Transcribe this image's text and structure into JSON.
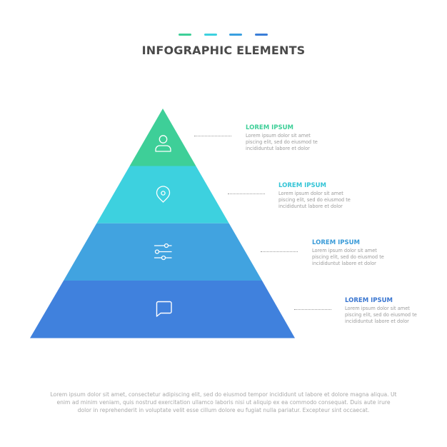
{
  "header": {
    "title": "INFOGRAPHIC ELEMENTS",
    "dashes": [
      "#3ecf98",
      "#3dd1df",
      "#3aa0e0",
      "#3a7ed8"
    ]
  },
  "pyramid": {
    "levels": [
      {
        "color": "#3ecf98",
        "icon": "user-icon"
      },
      {
        "color": "#3dd1df",
        "icon": "location-pin-icon"
      },
      {
        "color": "#41a3e0",
        "icon": "sliders-icon"
      },
      {
        "color": "#4081dd",
        "icon": "chat-bubble-icon"
      }
    ]
  },
  "items": [
    {
      "title": "LOREM IPSUM",
      "color": "#3ecf98",
      "lines": [
        "Lorem ipsum dolor sit amet",
        "piscing elit, sed do eiusmod te",
        "incididuntut labore et dolor"
      ]
    },
    {
      "title": "LOREM IPSUM",
      "color": "#33c4d6",
      "lines": [
        "Lorem ipsum dolor sit amet",
        "piscing elit, sed do eiusmod te",
        "incididuntut labore et dolor"
      ]
    },
    {
      "title": "LOREM IPSUM",
      "color": "#3a9bd8",
      "lines": [
        "Lorem ipsum dolor sit amet",
        "piscing elit, sed do eiusmod te",
        "incididuntut labore et dolor"
      ]
    },
    {
      "title": "LOREM IPSUM",
      "color": "#3a76d0",
      "lines": [
        "Lorem ipsum dolor sit amet",
        "piscing elit, sed do eiusmod te",
        "incididuntut labore et dolor"
      ]
    }
  ],
  "footer": {
    "lines": [
      "Lorem ipsum dolor sit amet, consectetur adipiscing elit, sed do eiusmod tempor incididunt ut labore et dolore magna aliqua. Ut",
      "enim ad minim veniam, quis nostrud exercitation ullamco laboris nisi ut aliquip ex ea commodo consequat. Duis aute irure",
      "dolor in reprehenderit in voluptate velit esse cillum dolore eu fugiat nulla pariatur. Excepteur sint occaecat."
    ]
  }
}
